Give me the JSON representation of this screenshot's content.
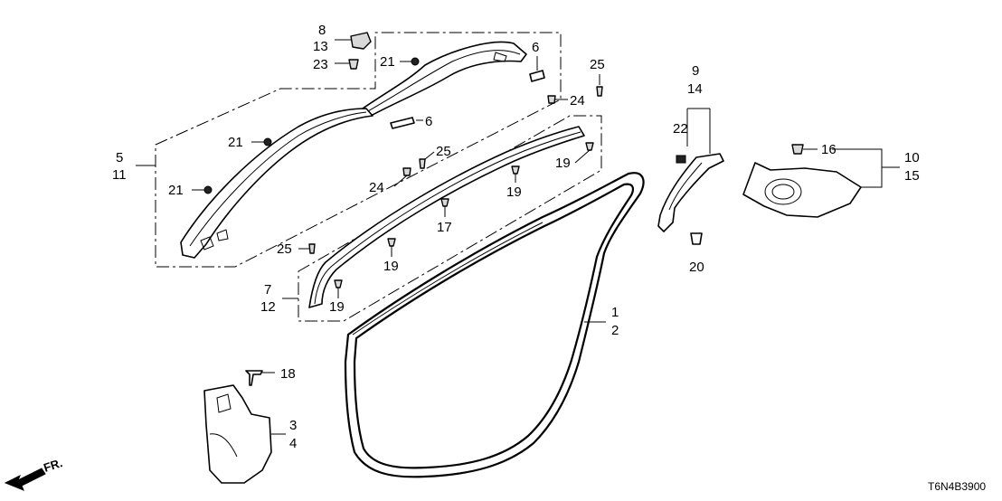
{
  "diagram": {
    "code": "T6N4B3900",
    "direction": "FR."
  },
  "callouts": {
    "c1": "1",
    "c2": "2",
    "c3": "3",
    "c4": "4",
    "c5": "5",
    "c11": "11",
    "c6a": "6",
    "c6b": "6",
    "c7": "7",
    "c12": "12",
    "c8": "8",
    "c13": "13",
    "c23": "23",
    "c9": "9",
    "c14": "14",
    "c22": "22",
    "c20": "20",
    "c10": "10",
    "c15": "15",
    "c16": "16",
    "c17": "17",
    "c18": "18",
    "c19a": "19",
    "c19b": "19",
    "c19c": "19",
    "c19d": "19",
    "c21a": "21",
    "c21b": "21",
    "c21c": "21",
    "c24a": "24",
    "c24b": "24",
    "c25a": "25",
    "c25b": "25",
    "c25c": "25"
  }
}
